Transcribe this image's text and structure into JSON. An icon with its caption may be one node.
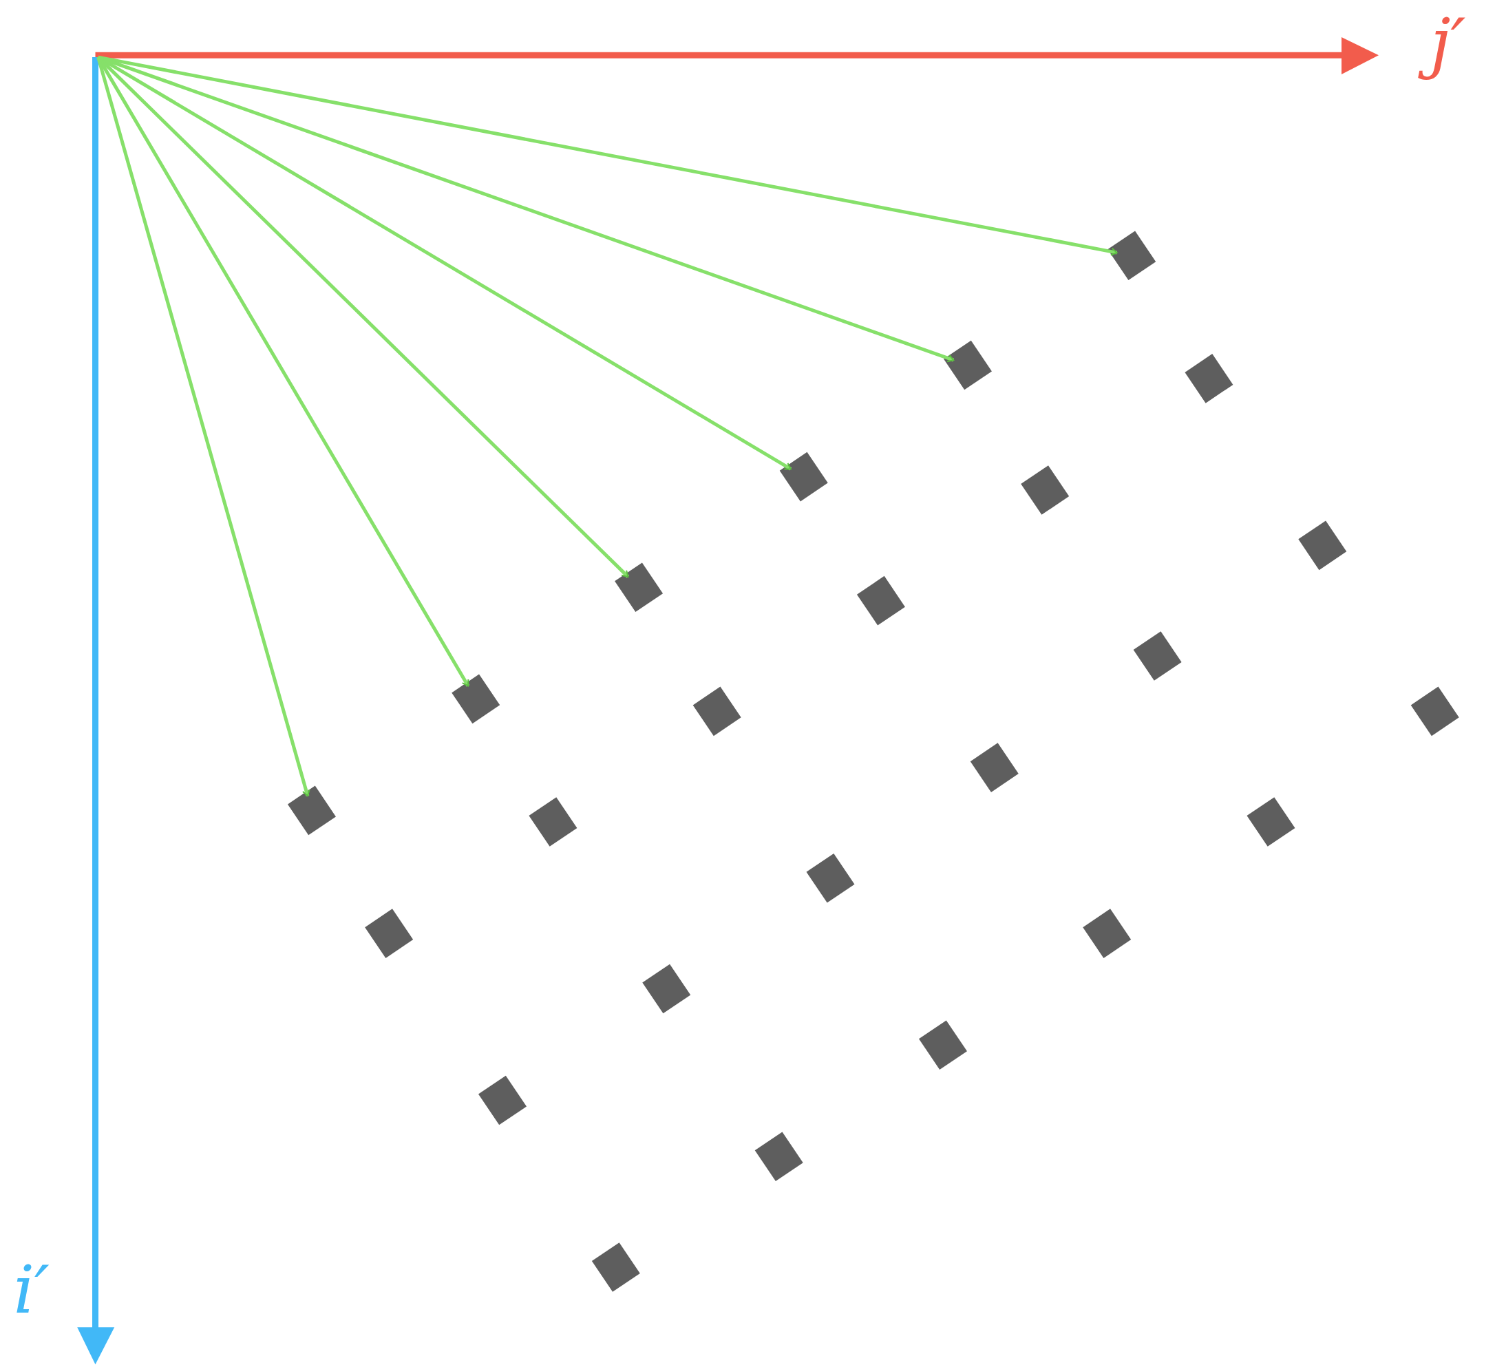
{
  "diagram": {
    "nodes": [
      {
        "text": [],
        "shape": "box"
      },
      {
        "text": [],
        "shape": "box"
      },
      {
        "text": [],
        "shape": "box"
      },
      {
        "text": [],
        "shape": "box"
      },
      {
        "text": [],
        "shape": "box"
      },
      {
        "text": [],
        "shape": "box"
      },
      {
        "text": [],
        "shape": "box"
      },
      {
        "text": [],
        "shape": "box"
      },
      {
        "text": [],
        "shape": "box"
      },
      {
        "text": [],
        "shape": "box"
      },
      {
        "text": [],
        "shape": "box"
      },
      {
        "text": [],
        "shape": "box"
      },
      {
        "text": [],
        "shape": "box"
      },
      {
        "text": [],
        "shape": "box"
      },
      {
        "text": [],
        "shape": "box"
      },
      {
        "text": [],
        "shape": "box"
      },
      {
        "text": [],
        "shape": "box"
      },
      {
        "text": [],
        "shape": "box"
      },
      {
        "text": [],
        "shape": "box"
      },
      {
        "text": [],
        "shape": "box"
      },
      {
        "text": [],
        "shape": "box"
      },
      {
        "text": [],
        "shape": "box"
      },
      {
        "text": [],
        "shape": "box"
      },
      {
        "text": [],
        "shape": "box"
      }
    ],
    "edges": [
      {
        "from": null,
        "to": 0,
        "arrow": "to"
      },
      {
        "from": null,
        "to": 1,
        "arrow": "to"
      },
      {
        "from": null,
        "to": 3,
        "arrow": "to"
      },
      {
        "from": null,
        "to": 6,
        "arrow": "to"
      },
      {
        "from": null,
        "to": 9,
        "arrow": "to"
      },
      {
        "from": null,
        "to": 13,
        "arrow": "to"
      }
    ],
    "labels": [
      "j′",
      "i′"
    ]
  }
}
